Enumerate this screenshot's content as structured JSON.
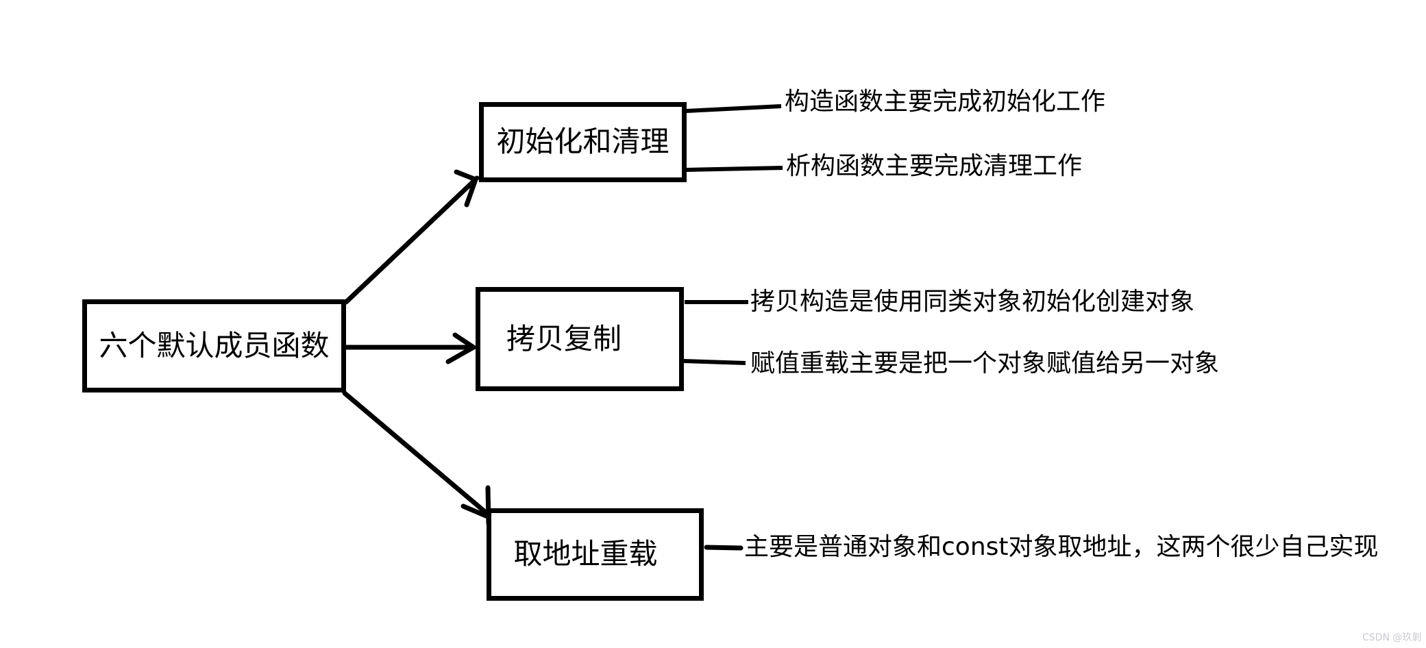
{
  "diagram": {
    "root_label": "六个默认成员函数",
    "branches": [
      {
        "label": "初始化和清理",
        "notes": [
          "构造函数主要完成初始化工作",
          "析构函数主要完成清理工作"
        ]
      },
      {
        "label": "拷贝复制",
        "notes": [
          "拷贝构造是使用同类对象初始化创建对象",
          "赋值重载主要是把一个对象赋值给另一对象"
        ]
      },
      {
        "label": "取地址重载",
        "notes": [
          "主要是普通对象和const对象取地址，这两个很少自己实现"
        ]
      }
    ],
    "watermark": "CSDN @玖剝",
    "colors": {
      "stroke": "#000000",
      "background": "#ffffff",
      "watermark_text": "#c9c9d1"
    }
  }
}
